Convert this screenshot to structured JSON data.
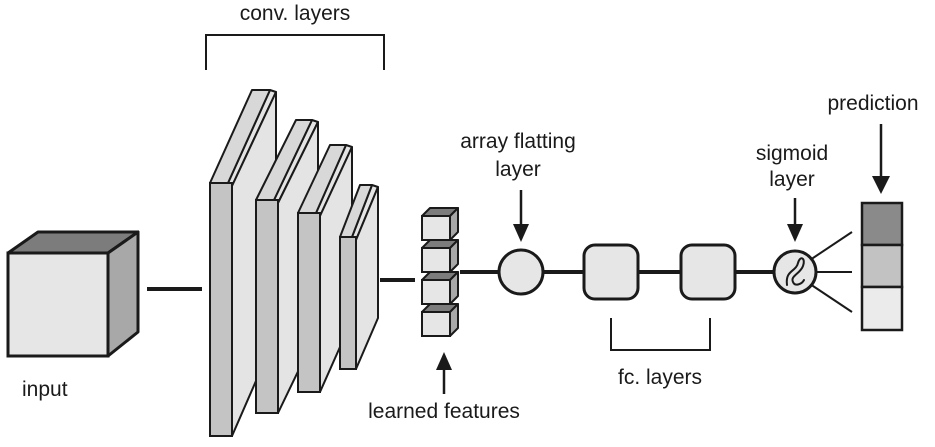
{
  "labels": {
    "conv_layers": "conv. layers",
    "input": "input",
    "learned_features": "learned features",
    "array_flatting_line1": "array flatting",
    "array_flatting_line2": "layer",
    "sigmoid_line1": "sigmoid",
    "sigmoid_line2": "layer",
    "prediction": "prediction",
    "fc_layers": "fc. layers"
  },
  "colors": {
    "stroke": "#1a1a1a",
    "box_front": "#e6e6e6",
    "box_side": "#a8a8a8",
    "box_top": "#7c7c7c",
    "layer_front": "#c4c4c4",
    "layer_side": "#e4e4e4",
    "node_fill": "#e6e6e6",
    "pred_dark": "#8a8a8a",
    "pred_mid": "#c2c2c2",
    "pred_light": "#ebebeb"
  }
}
